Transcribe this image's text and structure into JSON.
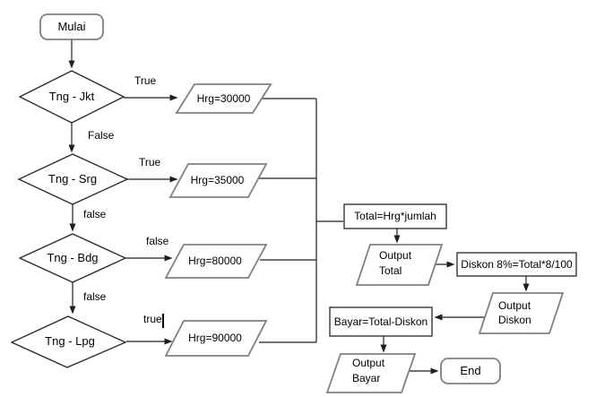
{
  "colors": {
    "line": "#1f1f1f",
    "shape_black": "#262626",
    "shape_gray": "#808080",
    "text": "#000000",
    "background": "#ffffff"
  },
  "nodes": {
    "start": {
      "type": "terminator",
      "label": "Mulai"
    },
    "d1": {
      "type": "decision",
      "label": "Tng - Jkt"
    },
    "p1": {
      "type": "data",
      "label": "Hrg=30000"
    },
    "d2": {
      "type": "decision",
      "label": "Tng - Srg"
    },
    "p2": {
      "type": "data",
      "label": "Hrg=35000"
    },
    "d3": {
      "type": "decision",
      "label": "Tng - Bdg"
    },
    "p3": {
      "type": "data",
      "label": "Hrg=80000"
    },
    "d4": {
      "type": "decision",
      "label": "Tng - Lpg"
    },
    "p4": {
      "type": "data",
      "label": "Hrg=90000"
    },
    "total": {
      "type": "process",
      "label": "Total=Hrg*jumlah"
    },
    "output_total": {
      "type": "data",
      "label": "Output\nTotal"
    },
    "diskon": {
      "type": "process",
      "label": "Diskon 8%=Total*8/100"
    },
    "output_diskon": {
      "type": "data",
      "label": "Output\nDiskon"
    },
    "bayar": {
      "type": "process",
      "label": "Bayar=Total-Diskon"
    },
    "output_bayar": {
      "type": "data",
      "label": "Output\nBayar"
    },
    "end": {
      "type": "terminator",
      "label": "End"
    }
  },
  "edge_labels": {
    "d1_true": "True",
    "d1_false": "False",
    "d2_true": "True",
    "d2_false": "false",
    "d3_right": "false",
    "d3_down": "false",
    "d4_true": "true"
  },
  "cursor": {
    "visible": true
  }
}
